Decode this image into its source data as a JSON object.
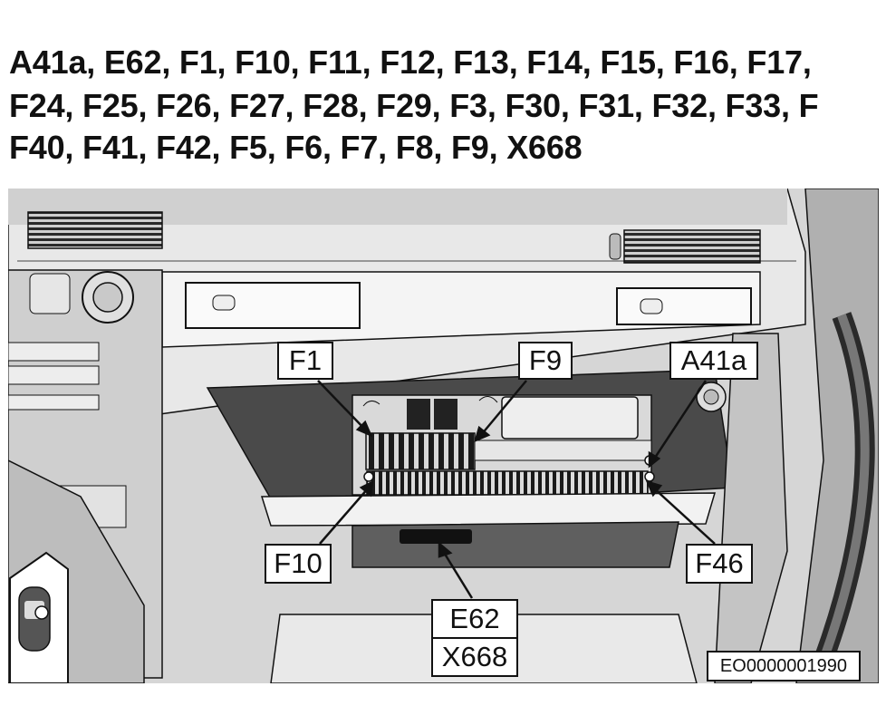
{
  "title": {
    "line1": "A41a, E62, F1, F10, F11, F12, F13, F14, F15, F16, F17,",
    "line2": "F24, F25, F26, F27, F28, F29, F3, F30, F31, F32, F33, F",
    "line3": "F40, F41, F42, F5, F6, F7, F8, F9, X668"
  },
  "callouts": {
    "f1": "F1",
    "f9": "F9",
    "a41a": "A41a",
    "f10": "F10",
    "f46": "F46",
    "e62": "E62",
    "x668": "X668"
  },
  "image_code": "EO0000001990",
  "colors": {
    "line_art": "#111111",
    "panel_light": "#e4e4e4",
    "panel_mid": "#b8b8b8",
    "panel_dark": "#5a5a5a",
    "background": "#ffffff"
  }
}
